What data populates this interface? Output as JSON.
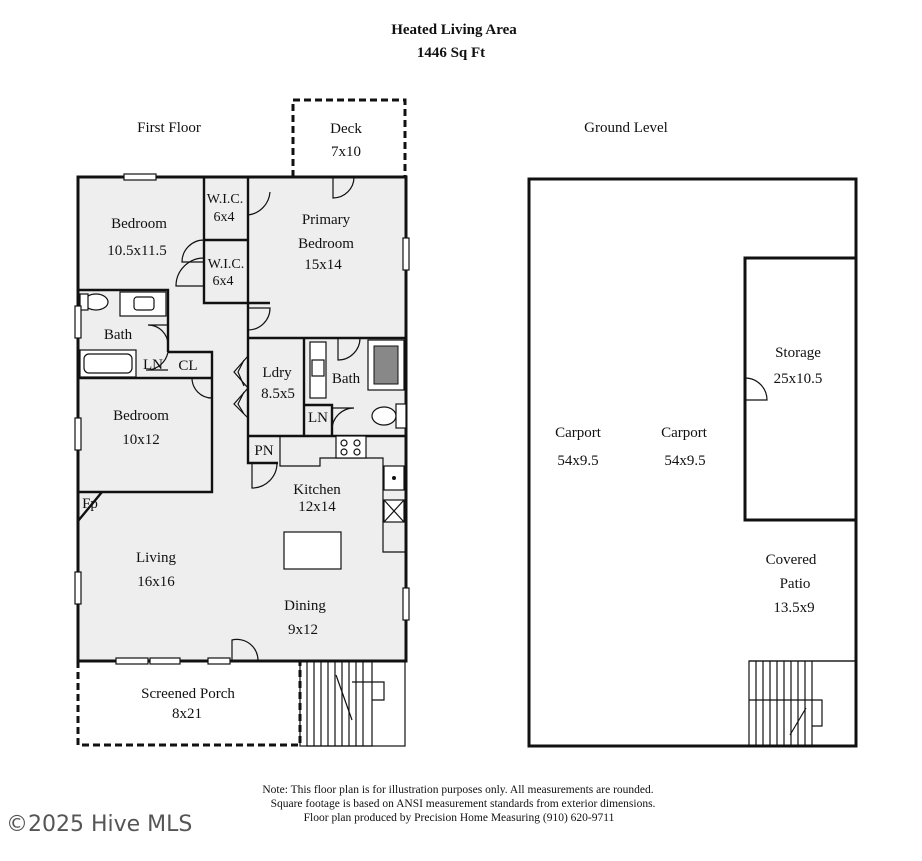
{
  "header": {
    "title": "Heated Living Area",
    "area": "1446 Sq Ft"
  },
  "levels": {
    "first_floor": "First Floor",
    "ground_level": "Ground Level"
  },
  "rooms": {
    "deck": {
      "name": "Deck",
      "size": "7x10"
    },
    "bedroom1": {
      "name": "Bedroom",
      "size": "10.5x11.5"
    },
    "wic1": {
      "name": "W.I.C.",
      "size": "6x4"
    },
    "wic2": {
      "name": "W.I.C.",
      "size": "6x4"
    },
    "primary": {
      "name1": "Primary",
      "name2": "Bedroom",
      "size": "15x14"
    },
    "bath1": {
      "name": "Bath"
    },
    "ln1": {
      "name": "LN"
    },
    "cl": {
      "name": "CL"
    },
    "ldry": {
      "name": "Ldry",
      "size": "8.5x5"
    },
    "bath2": {
      "name": "Bath"
    },
    "ln2": {
      "name": "LN"
    },
    "bedroom2": {
      "name": "Bedroom",
      "size": "10x12"
    },
    "pn": {
      "name": "PN"
    },
    "kitchen": {
      "name": "Kitchen",
      "size": "12x14"
    },
    "fp": {
      "name": "Fp"
    },
    "living": {
      "name": "Living",
      "size": "16x16"
    },
    "dining": {
      "name": "Dining",
      "size": "9x12"
    },
    "porch": {
      "name": "Screened Porch",
      "size": "8x21"
    },
    "carport1": {
      "name": "Carport",
      "size": "54x9.5"
    },
    "carport2": {
      "name": "Carport",
      "size": "54x9.5"
    },
    "storage": {
      "name": "Storage",
      "size": "25x10.5"
    },
    "patio": {
      "name1": "Covered",
      "name2": "Patio",
      "size": "13.5x9"
    }
  },
  "notes": {
    "line1": "Note: This floor plan is for illustration purposes only. All measurements are rounded.",
    "line2": "Square footage is based on ANSI measurement standards from exterior dimensions.",
    "line3": "Floor plan produced by Precision Home Measuring (910) 620-9711"
  },
  "watermark": "©2025 Hive MLS"
}
